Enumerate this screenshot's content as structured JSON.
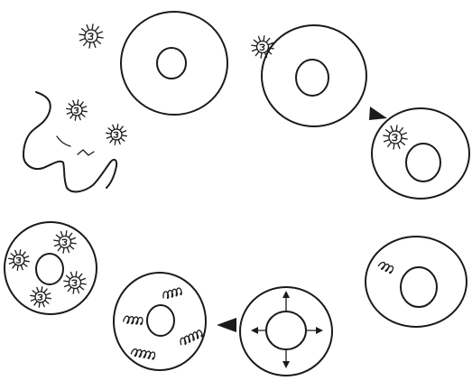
{
  "diagram": {
    "background_color": "#ffffff",
    "ink_color": "#1a1a1a",
    "stages": [
      {
        "name": "free-virus"
      },
      {
        "name": "virus-attaching-to-cell"
      },
      {
        "name": "virus-entering-cell"
      },
      {
        "name": "dna-integration"
      },
      {
        "name": "dna-replication"
      },
      {
        "name": "multiple-dna-copies"
      },
      {
        "name": "new-virus-particles-in-cell"
      }
    ]
  }
}
